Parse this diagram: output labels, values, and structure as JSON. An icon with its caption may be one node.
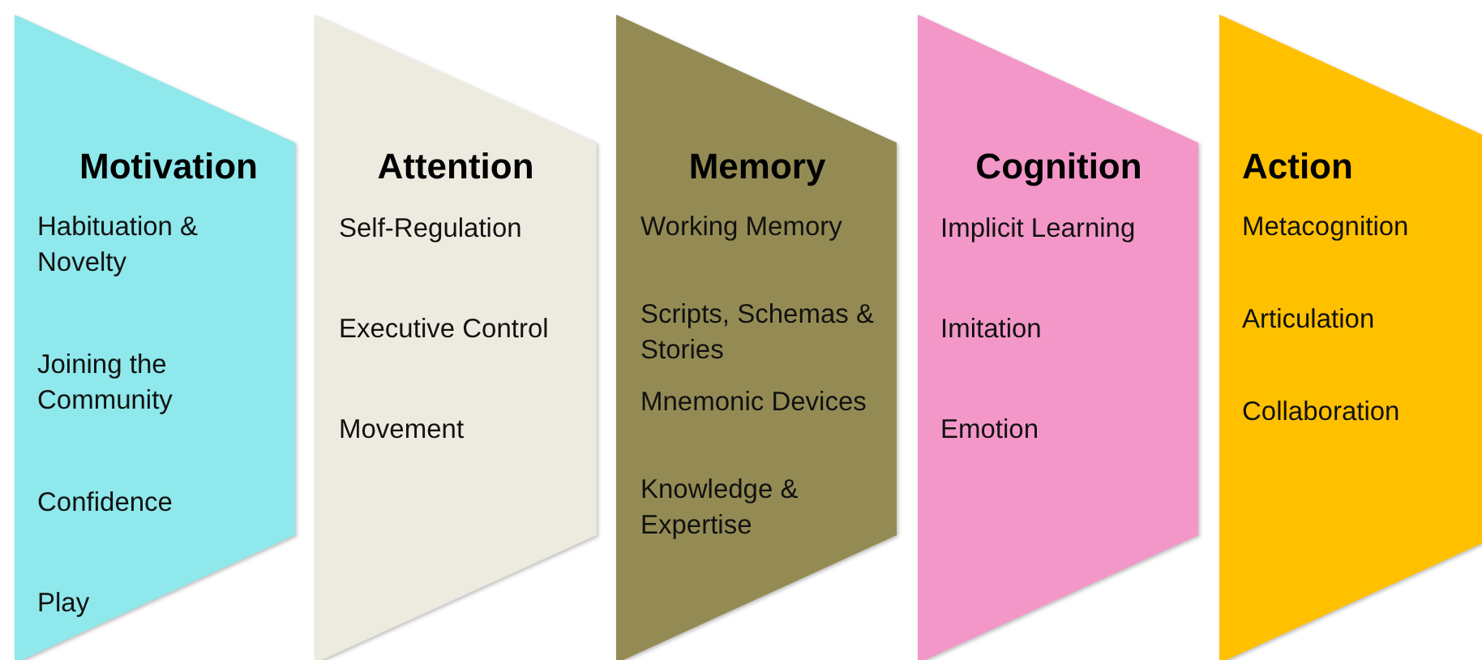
{
  "diagram": {
    "nodes": [
      {
        "text": [
          "Motivation",
          "Habituation & Novelty",
          "Joining the Community",
          "Confidence",
          "Play"
        ]
      },
      {
        "text": [
          "Attention",
          "Self-Regulation",
          "Executive Control",
          "Movement"
        ]
      },
      {
        "text": [
          "Memory",
          "Working Memory",
          "Scripts, Schemas & Stories",
          "Mnemonic Devices",
          "Knowledge & Expertise"
        ]
      },
      {
        "text": [
          "Cognition",
          "Implicit Learning",
          "Imitation",
          "Emotion"
        ]
      },
      {
        "text": [
          "Action",
          "Metacognition",
          "Articulation",
          "Collaboration"
        ]
      }
    ]
  }
}
